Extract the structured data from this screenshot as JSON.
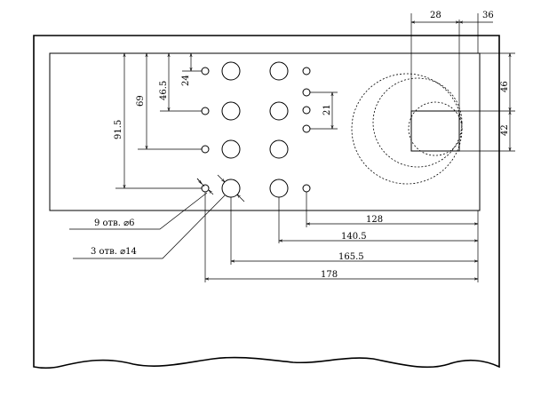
{
  "dimensions": {
    "vertical_left": [
      "91.5",
      "69",
      "46.5",
      "24"
    ],
    "hole_spacing": "21",
    "horizontal_bottom": [
      "128",
      "140.5",
      "165.5",
      "178"
    ],
    "top_right": [
      "28",
      "36"
    ],
    "right_side": [
      "46",
      "42"
    ]
  },
  "callouts": {
    "small_holes": "9 отв. ⌀6",
    "large_holes": "3 отв. ⌀14"
  }
}
